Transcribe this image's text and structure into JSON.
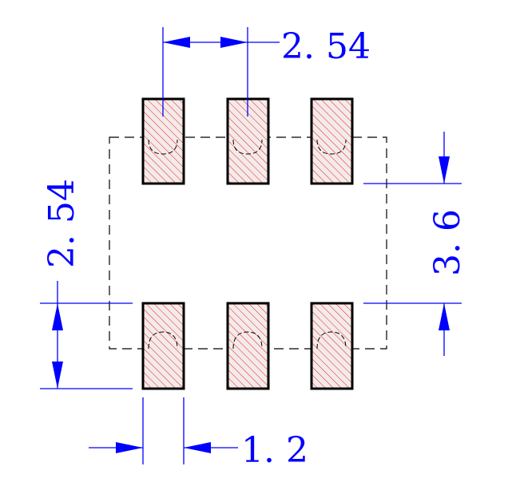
{
  "colors": {
    "background": "#ffffff",
    "pad_outline": "#000000",
    "pad_fill": "#f4eaea",
    "pad_hatch": "#e0211f",
    "body_outline": "#000000",
    "dimension": "#0000ff"
  },
  "dimensions": {
    "pitch_top": "2. 54",
    "pitch_left": "2. 54",
    "row_gap_right": "3. 6",
    "pad_width_bottom": "1. 2"
  },
  "pads": {
    "rows": [
      "top",
      "bottom"
    ],
    "count_per_row": 3
  }
}
